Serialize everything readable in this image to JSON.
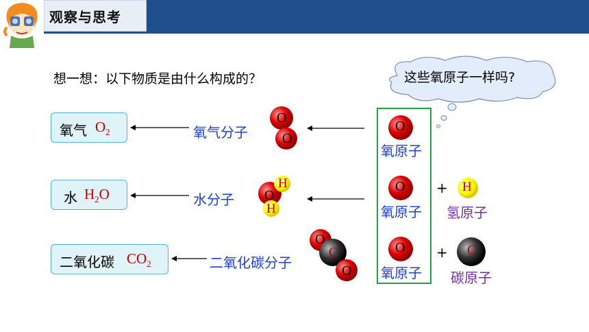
{
  "header": {
    "title": "观察与思考"
  },
  "question": "想一想：以下物质是由什么构成的？",
  "thought_bubble": "这些氧原子一样吗?",
  "rows": [
    {
      "substance_name": "氧气",
      "formula_main": "O",
      "formula_sub": "2",
      "molecule_label": "氧气分子"
    },
    {
      "substance_name": "水",
      "formula_main": "H",
      "formula_sub": "2",
      "formula_tail": "O",
      "molecule_label": "水分子"
    },
    {
      "substance_name": "二氧化碳",
      "formula_main": "CO",
      "formula_sub": "2",
      "molecule_label": "二氧化碳分子"
    }
  ],
  "atoms": {
    "oxygen_symbol": "O",
    "hydrogen_symbol": "H",
    "carbon_symbol": "C",
    "oxygen_label": "氧原子",
    "hydrogen_label": "氢原子",
    "carbon_label": "碳原子"
  },
  "plus_sign": "+",
  "colors": {
    "header_blue": "#1f4e8c",
    "oxygen_red": "#e00000",
    "hydrogen_yellow": "#ffff00",
    "carbon_dark": "#222222",
    "label_blue": "#1f3fcf",
    "label_purple": "#7030a0",
    "box_green": "#1fa14a"
  }
}
